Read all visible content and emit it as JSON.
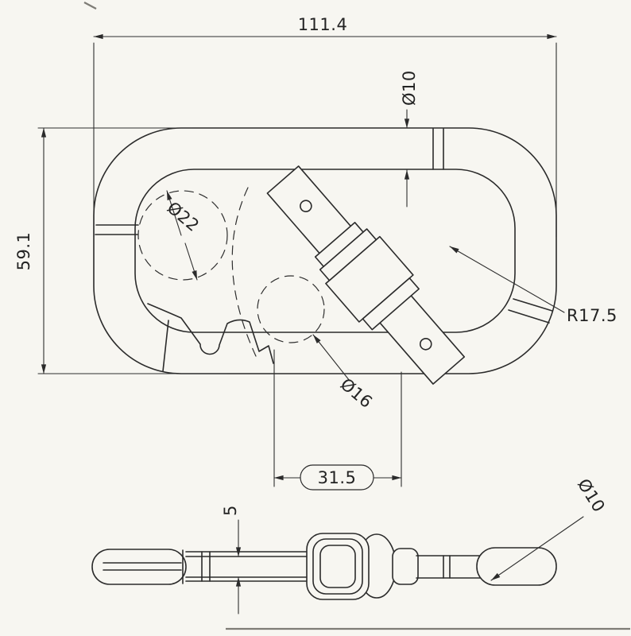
{
  "page": {
    "background": "#f7f6f1",
    "line_color": "#2b2b2b",
    "description": "carabiner-technical-drawing"
  },
  "drawing": {
    "main_view": {
      "overall_width": "111.4",
      "overall_height": "59.1",
      "tube_diameter": "Ø10",
      "left_hole_diameter": "Ø22",
      "gate_circle_diameter": "Ø16",
      "end_radius": "R17.5",
      "gate_center_offset": "31.5"
    },
    "side_view": {
      "plate_thickness": "5",
      "end_diameter": "Ø10"
    }
  }
}
